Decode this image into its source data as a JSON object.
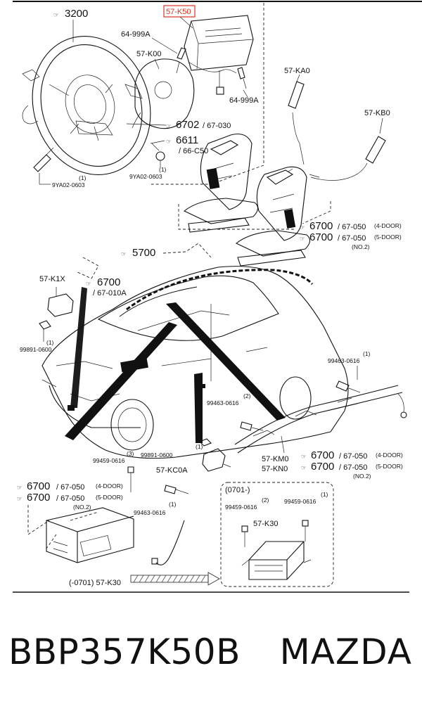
{
  "callouts": {
    "c3200": "3200",
    "c57k50": "57-K50",
    "c64999a_top": "64-999A",
    "c57k00": "57-K00",
    "c64999a_bot": "64-999A",
    "c6702": "6702",
    "c67030": "/ 67-030",
    "c6611": "6611",
    "c66c50": "/ 66-C50",
    "c9ya02_left": "9YA02-0603",
    "c9ya02_left_q": "(1)",
    "c9ya02_right": "9YA02-0603",
    "c9ya02_right_q": "(1)",
    "c57ka0": "57-KA0",
    "c57kb0": "57-KB0",
    "c6700_a": "6700",
    "c67050_a": "/ 67-050",
    "c4door_a": "(4-DOOR)",
    "c6700_b": "6700",
    "c67050_b": "/ 67-050",
    "c5door_b": "(5-DOOR)",
    "cno2_b": "(NO.2)",
    "c5700": "5700",
    "c57k1x": "57-K1X",
    "c6700_c": "6700",
    "c67010a": "/ 67-010A",
    "c99891_left": "99891-0600",
    "c99891_left_q": "(1)",
    "c99463_r1": "99463-0616",
    "c99463_r1_q": "(1)",
    "c99463_r2": "99463-0616",
    "c99463_r2_q": "(2)",
    "c99891_mid": "99891-0600",
    "c99891_mid_q": "(1)",
    "c99459_left": "99459-0616",
    "c99459_left_q": "(3)",
    "c57kc0a": "57-KC0A",
    "c57km0": "57-KM0",
    "c57kn0": "57-KN0",
    "c6700_d": "6700",
    "c67050_d": "/ 67-050",
    "c4door_d": "(4-DOOR)",
    "c6700_e": "6700",
    "c67050_e": "/ 67-050",
    "c5door_e": "(5-DOOR)",
    "cno2_e": "(NO.2)",
    "c6700_f": "6700",
    "c67050_f": "/ 67-050",
    "c4door_f": "(4-DOOR)",
    "c6700_g": "6700",
    "c67050_g": "/ 67-050",
    "c5door_g": "(5-DOOR)",
    "cno2_g": "(NO.2)",
    "c99463_l": "99463-0616",
    "c99463_l_q": "(1)",
    "c0701": "(0701-)",
    "c99459_b1": "99459-0616",
    "c99459_b1_q": "(2)",
    "c99459_b2": "99459-0616",
    "c99459_b2_q": "(1)",
    "c57k30": "57-K30",
    "c0701_57k30": "(-0701)  57-K30"
  },
  "caption": {
    "part_number": "BBP357K50B",
    "brand": "MAZDA"
  },
  "colors": {
    "highlight": "#e0301e",
    "ink": "#111111"
  }
}
